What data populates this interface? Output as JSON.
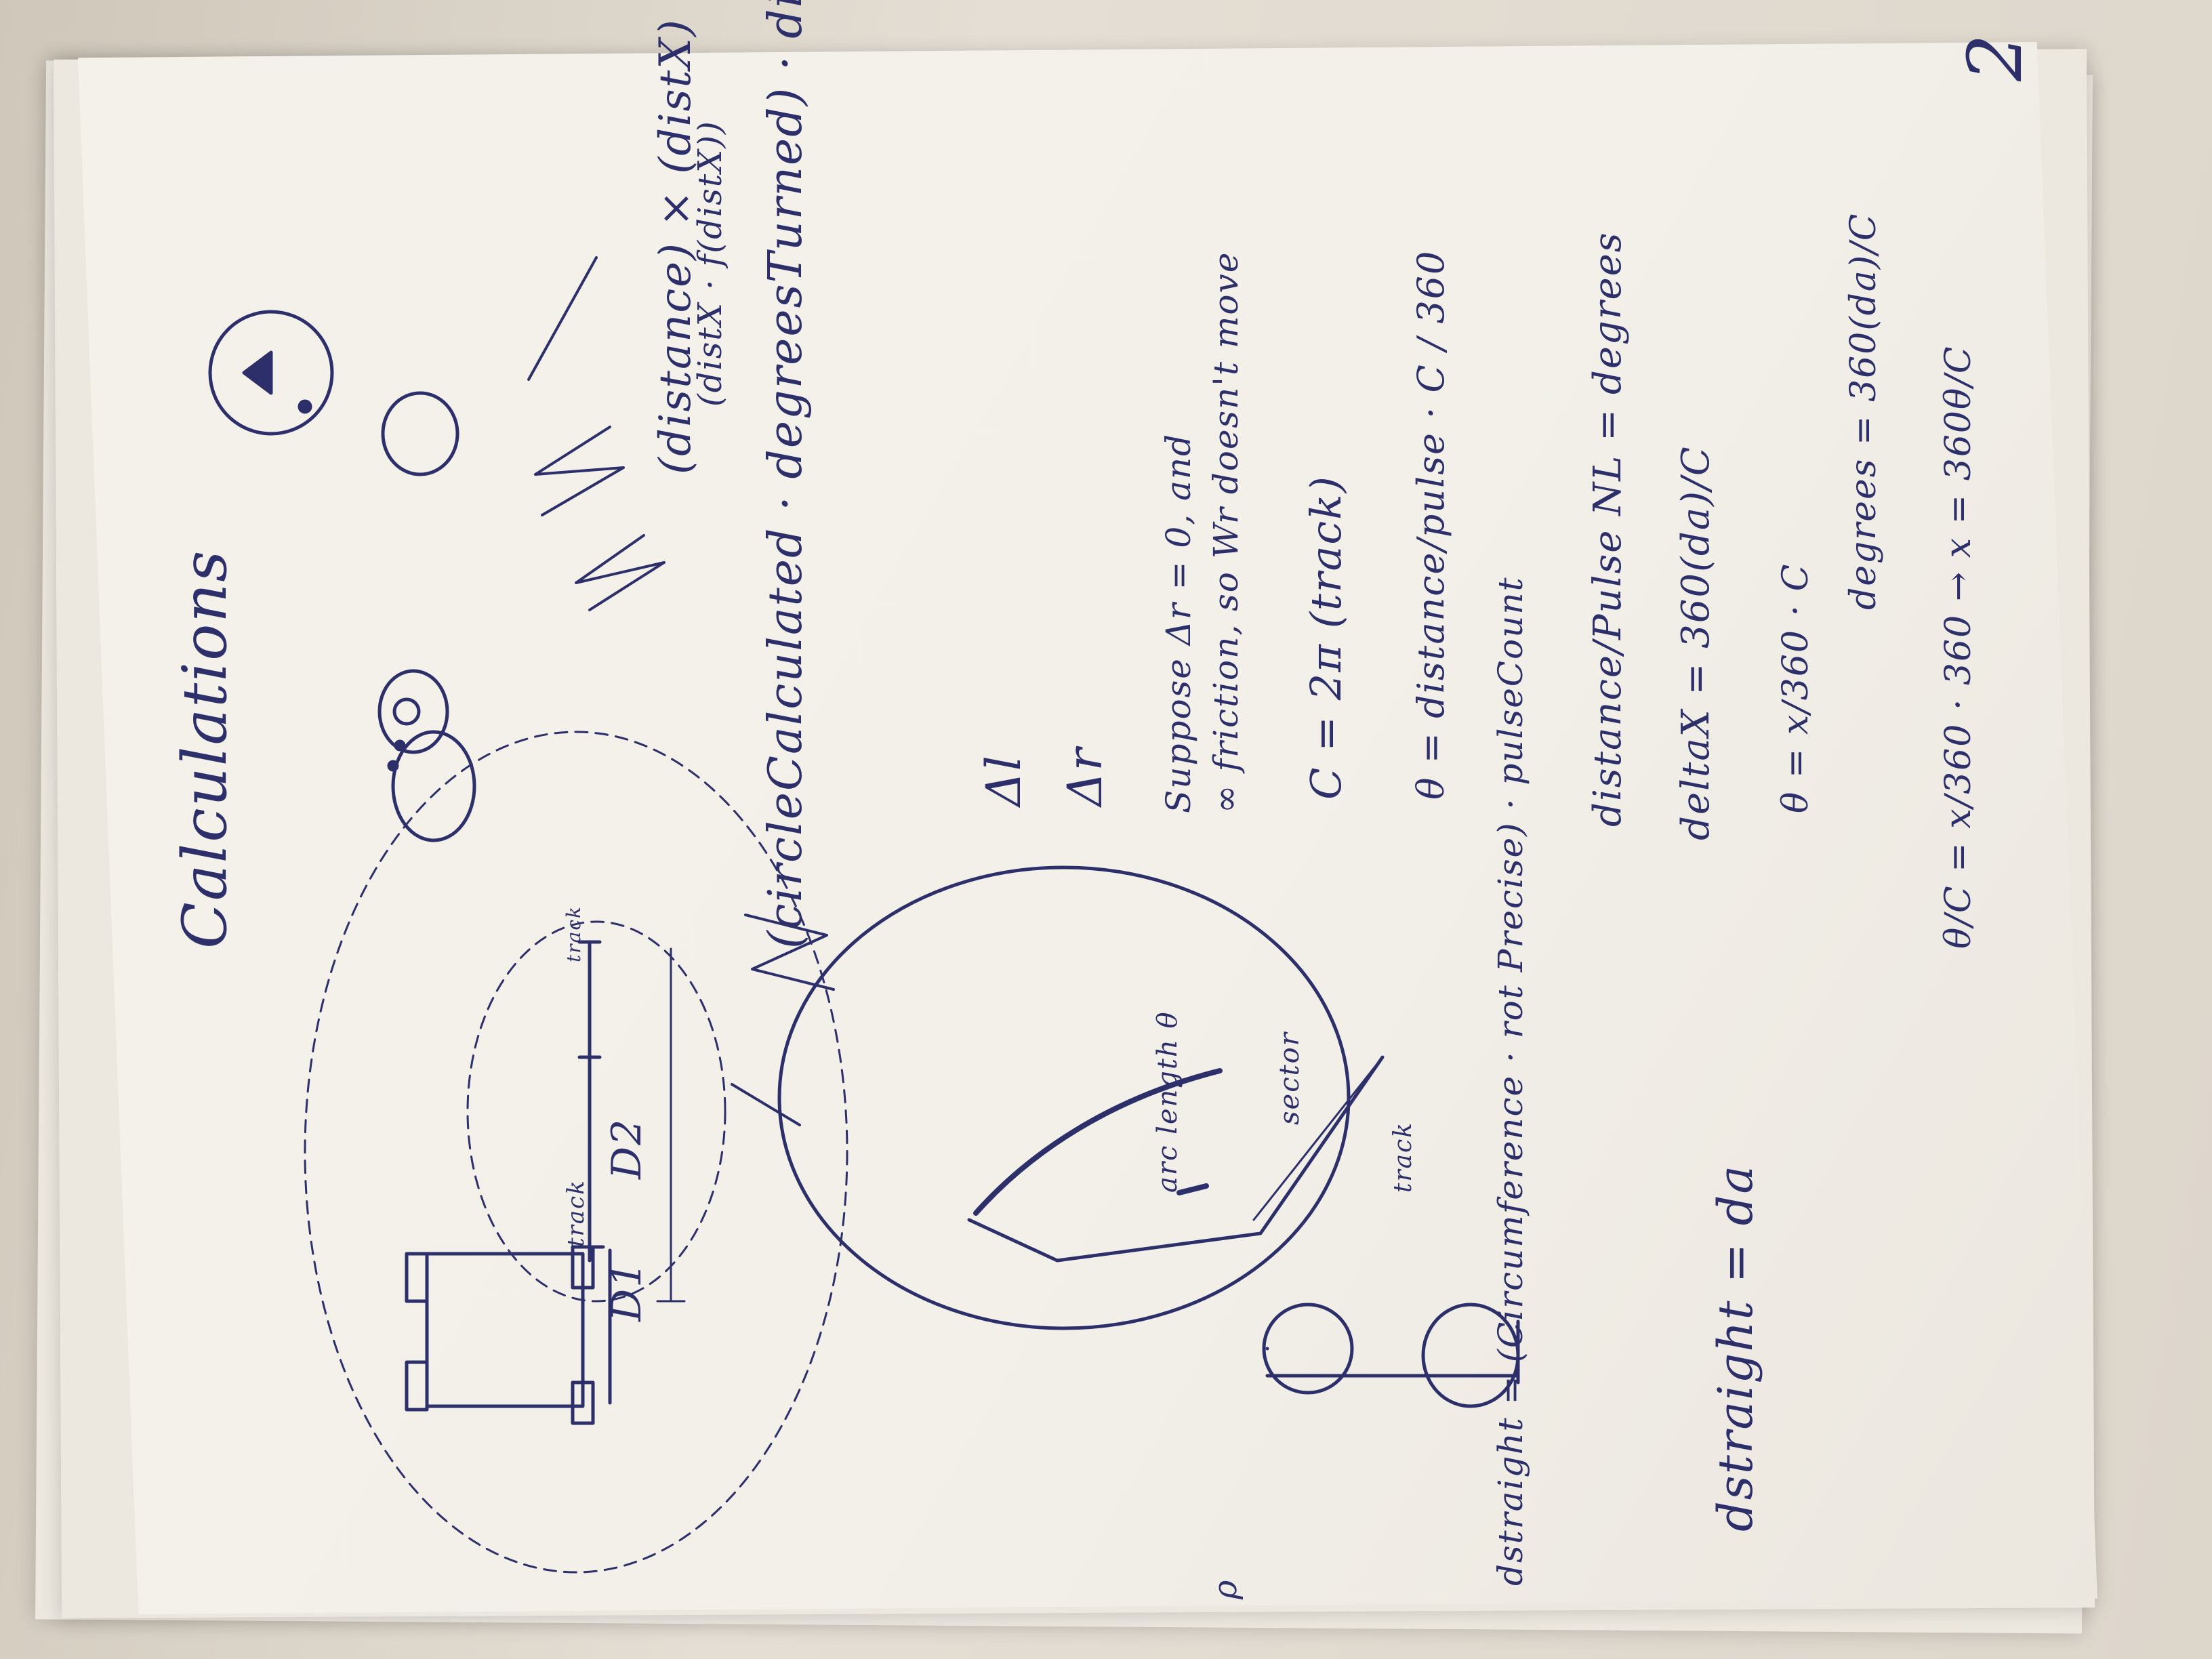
{
  "page": {
    "title": "Calculations",
    "page_number": "2",
    "ink_color": "#2d2f6b",
    "paper_color": "#f3f0ea",
    "background_color": "#d9d3c8"
  },
  "robot_diagram": {
    "track_label_left": "track",
    "track_label_right": "track",
    "d1_label": "D1",
    "d2_label": "D2"
  },
  "sector_diagram": {
    "rho_label": "ρ",
    "arc_label": "arc length θ",
    "sector_label": "sector",
    "track_label": "track"
  },
  "equations": {
    "delta_l": "Δl",
    "delta_r": "Δr",
    "circle_calc": "(circleCalculated · degreesTurned) · distance",
    "suppose_line1": "Suppose  Δr = 0, and",
    "suppose_line2": "∞ friction, so  Wr doesn't move",
    "c_eq": "C = 2π (track)",
    "theta_eq": "θ = distance/pulse · C / 360",
    "pulse_eq": "distance/Pulse  NL = degrees",
    "delta_x_eq": "deltaX = 360(da)/C",
    "degrees_eq": "degrees = 360(da)/C",
    "theta_frac": "θ = x/360 · C",
    "ratio_eq": "θ/C = x/360 · 360 → x = 360θ/C",
    "distance_times": "(distance) × (distX)",
    "dist_x_scratch": "(distX · f(distX))",
    "d_straight": "dstraight = (Circumference · rot Precise) · pulseCount",
    "d_straight_short": "dstraight = da"
  }
}
